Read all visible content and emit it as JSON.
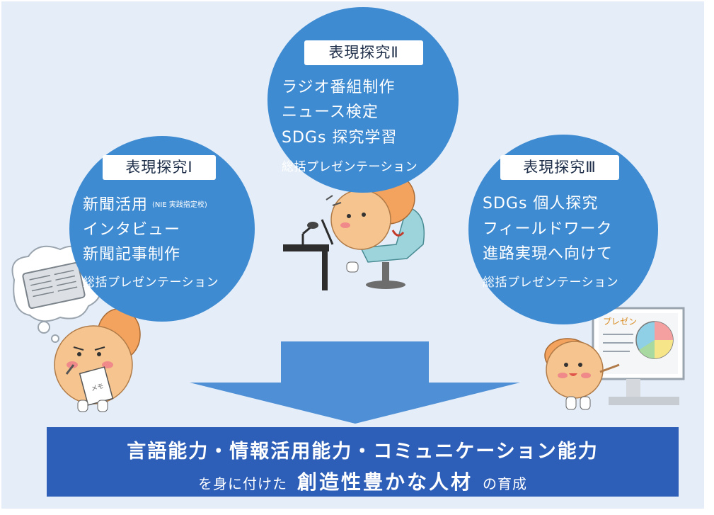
{
  "stages": [
    {
      "title": "表現探究Ⅰ",
      "items": [
        {
          "text": "新聞活用",
          "note": "(NIE 実践指定校)"
        },
        {
          "text": "インタビュー"
        },
        {
          "text": "新聞記事制作"
        },
        {
          "text": "総括プレゼンテーション"
        }
      ]
    },
    {
      "title": "表現探究Ⅱ",
      "items": [
        {
          "text": "ラジオ番組制作"
        },
        {
          "text": "ニュース検定"
        },
        {
          "text": "SDGs 探究学習"
        },
        {
          "text": "総括プレゼンテーション"
        }
      ]
    },
    {
      "title": "表現探究Ⅲ",
      "items": [
        {
          "text": "SDGs 個人探究"
        },
        {
          "text": "フィールドワーク"
        },
        {
          "text": "進路実現へ向けて"
        },
        {
          "text": "総括プレゼンテーション"
        }
      ]
    }
  ],
  "banner": {
    "line1": "言語能力・情報活用能力・コミュニケーション能力",
    "line2_pre": "を身に付けた",
    "line2_emph": "創造性豊かな人材",
    "line2_post": "の育成"
  },
  "illustrations": {
    "screen_label": "プレゼン",
    "memo_text": "メモ"
  },
  "colors": {
    "bubble": "#3f8bd2",
    "banner": "#2e5fb8",
    "arrow": "#4e8fd6",
    "background": "#e5eef8",
    "character": "#f6c48e"
  }
}
